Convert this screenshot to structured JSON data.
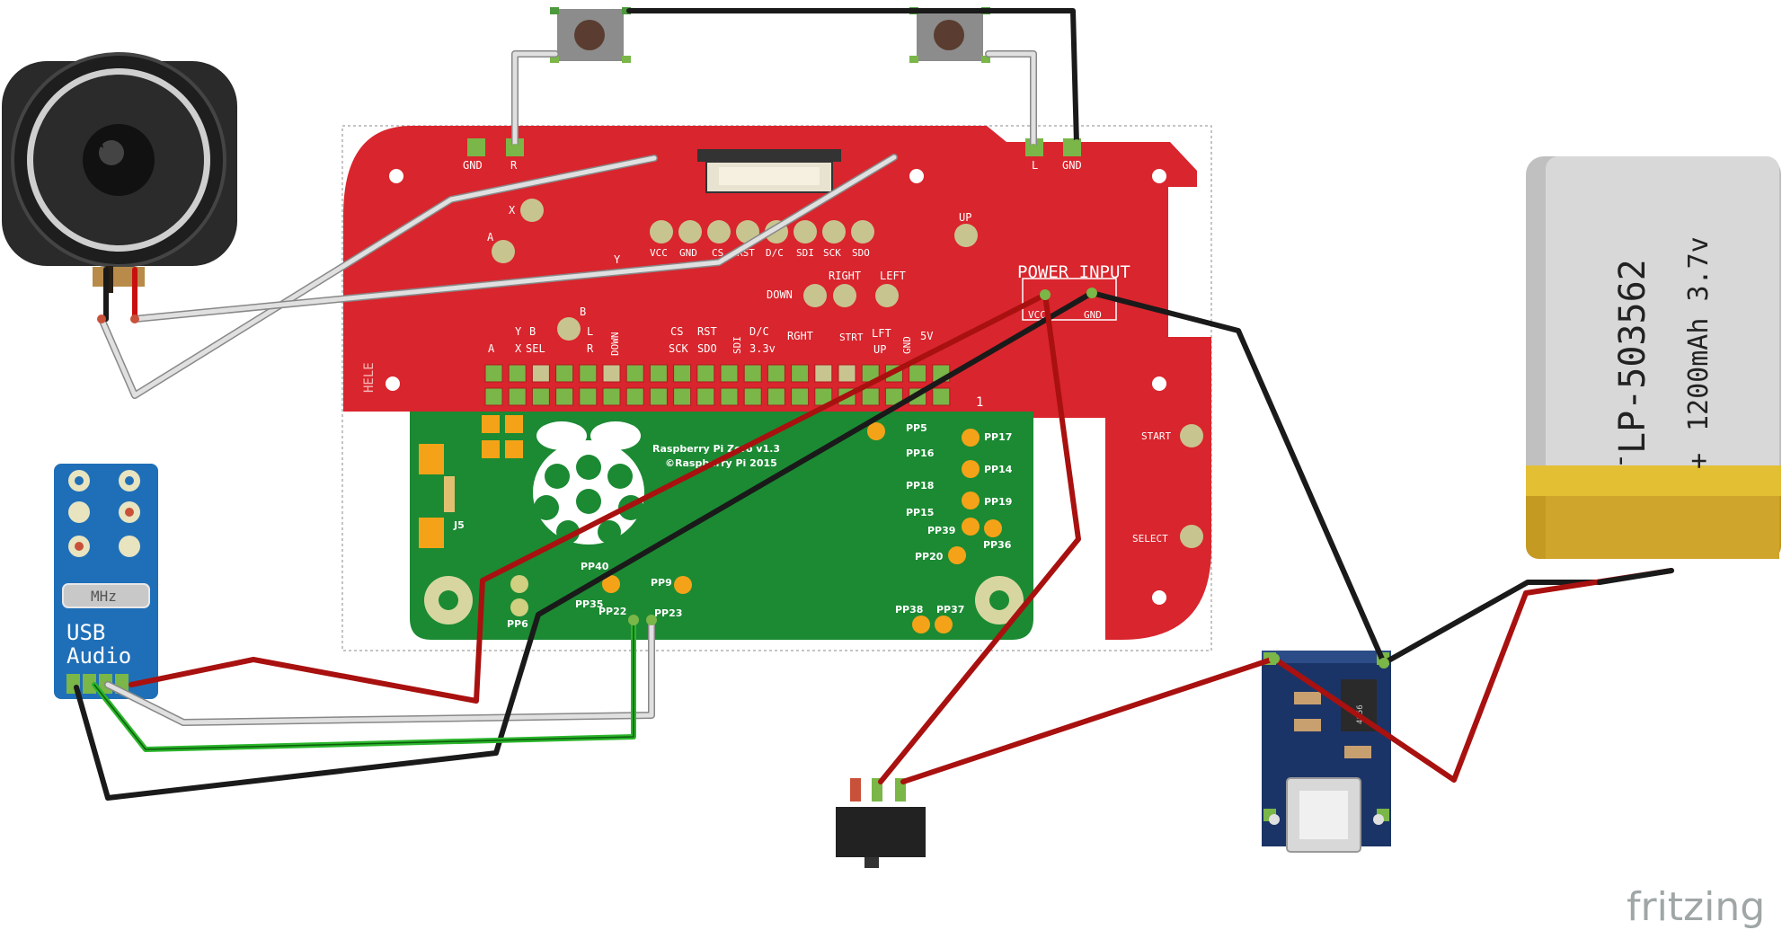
{
  "hat": {
    "pads_top": [
      "GND",
      "R",
      "L",
      "GND"
    ],
    "power_input": "POWER INPUT",
    "power_pins": [
      "VCC",
      "GND"
    ],
    "side_mark": "HELE",
    "lcd_pins": [
      "VCC",
      "GND",
      "CS",
      "RST",
      "D/C",
      "SDI",
      "SCK",
      "SDO"
    ],
    "buttons": {
      "x": "X",
      "a": "A",
      "y": "Y",
      "b": "B",
      "up": "UP",
      "right": "RIGHT",
      "left": "LEFT",
      "down": "DOWN",
      "start": "START",
      "select": "SELECT"
    },
    "header_labels": {
      "a": "A",
      "y": "Y",
      "x": "X",
      "b": "B",
      "sel": "SEL",
      "l": "L",
      "r": "R",
      "down": "DOWN",
      "cs": "CS",
      "sck": "SCK",
      "rst": "RST",
      "sdo": "SDO",
      "sdi": "SDI",
      "dc": "D/C",
      "v33": "3.3v",
      "rght": "RGHT",
      "strt": "STRT",
      "lft": "LFT",
      "up": "UP",
      "gnd": "GND",
      "v5": "5V",
      "one": "1"
    }
  },
  "pi": {
    "title": "Raspberry Pi Zero v1.3",
    "copyright": "©Raspberry Pi 2015",
    "j5": "J5",
    "pads": [
      "PP5",
      "PP17",
      "PP16",
      "PP14",
      "PP18",
      "PP19",
      "PP15",
      "PP39",
      "PP36",
      "PP20",
      "PP40",
      "PP9",
      "PP6",
      "PP35",
      "PP22",
      "PP23",
      "PP38",
      "PP37"
    ]
  },
  "usb_audio": {
    "mhz": "MHz",
    "line1": "USB",
    "line2": "Audio"
  },
  "battery": {
    "model": "LP-503562",
    "spec": "1200mAh 3.7v",
    "plus": "+",
    "minus": "-"
  },
  "charger": {
    "chip": "4056"
  },
  "brand": "fritzing",
  "colors": {
    "board_red": "#d9252d",
    "pi_green": "#1b8a33",
    "pad_orange": "#f4a318",
    "usb_blue": "#1f6fb8",
    "charger_navy": "#1b3467",
    "wire_red": "#a8110f",
    "wire_black": "#1a1a1a",
    "wire_white": "#c8c8c8",
    "wire_green": "#2bb52b"
  }
}
